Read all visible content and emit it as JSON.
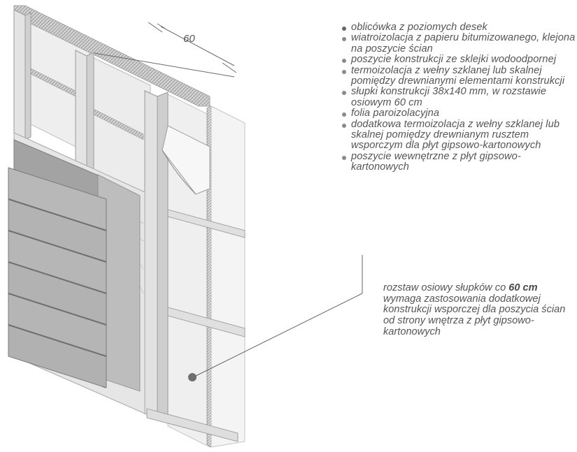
{
  "dimension_label": "60",
  "legend": {
    "items": [
      {
        "text": "oblicówka z poziomych desek"
      },
      {
        "text": "wiatroizolacja z papieru bitumizowanego, klejona na poszycie ścian"
      },
      {
        "text": "poszycie konstrukcji ze sklejki wodoodpornej"
      },
      {
        "text": "termoizolacja z wełny szklanej lub skalnej pomiędzy drewnianymi elementami konstrukcji"
      },
      {
        "text": "słupki konstrukcji 38x140 mm, w rozstawie osiowym 60 cm"
      },
      {
        "text": "folia paroizolacyjna"
      },
      {
        "text": "dodatkowa termoizolacja z wełny szklanej lub skalnej pomiędzy drewnianym rusztem wsporczym dla płyt gipsowo-kartonowych"
      },
      {
        "text": "poszycie wewnętrzne z płyt gipsowo-kartonowych"
      }
    ]
  },
  "note": {
    "before": "rozstaw osiowy słupków co ",
    "bold": "60 cm",
    "after": " wymaga zastosowania dodatkowej konstrukcji wsporczej dla poszycia ścian od strony wnętrza z płyt gipsowo-kartonowych"
  },
  "colors": {
    "insulation": "#ececec",
    "wood": "#e2e2e2",
    "siding": "#b5b5b5",
    "sheathing": "#d2d2d2",
    "bitumen": "#9c9c9c",
    "text": "#555555"
  }
}
